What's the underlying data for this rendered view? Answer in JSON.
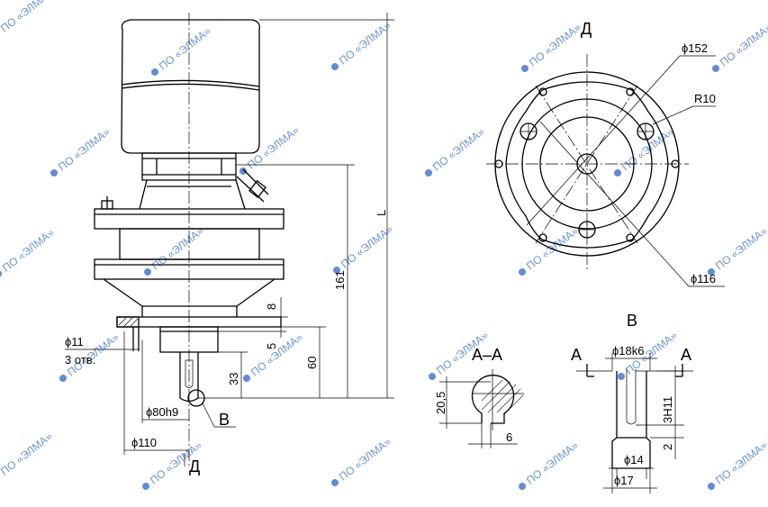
{
  "watermark": {
    "text": "ПО «ЭЛМА»"
  },
  "views": {
    "main_arrow_label": "Д",
    "top_view_label": "Д",
    "detail_label": "В",
    "detail_ref_label": "В",
    "section_label": "А–А",
    "section_arrow_left": "А",
    "section_arrow_right": "А"
  },
  "dimensions": {
    "L": "L",
    "d161": "161",
    "d60": "60",
    "d33": "33",
    "d8": "8",
    "d5": "5",
    "holes": "ϕ11",
    "holes_count": "3 отв.",
    "d80h9": "ϕ80h9",
    "d110": "ϕ110",
    "d152": "ϕ152",
    "r10": "R10",
    "d116": "ϕ116",
    "d20_5": "20,5",
    "d6": "6",
    "d18k6": "ϕ18k6",
    "d3h11": "3H11",
    "d2": "2",
    "d14": "ϕ14",
    "d17": "ϕ17"
  }
}
